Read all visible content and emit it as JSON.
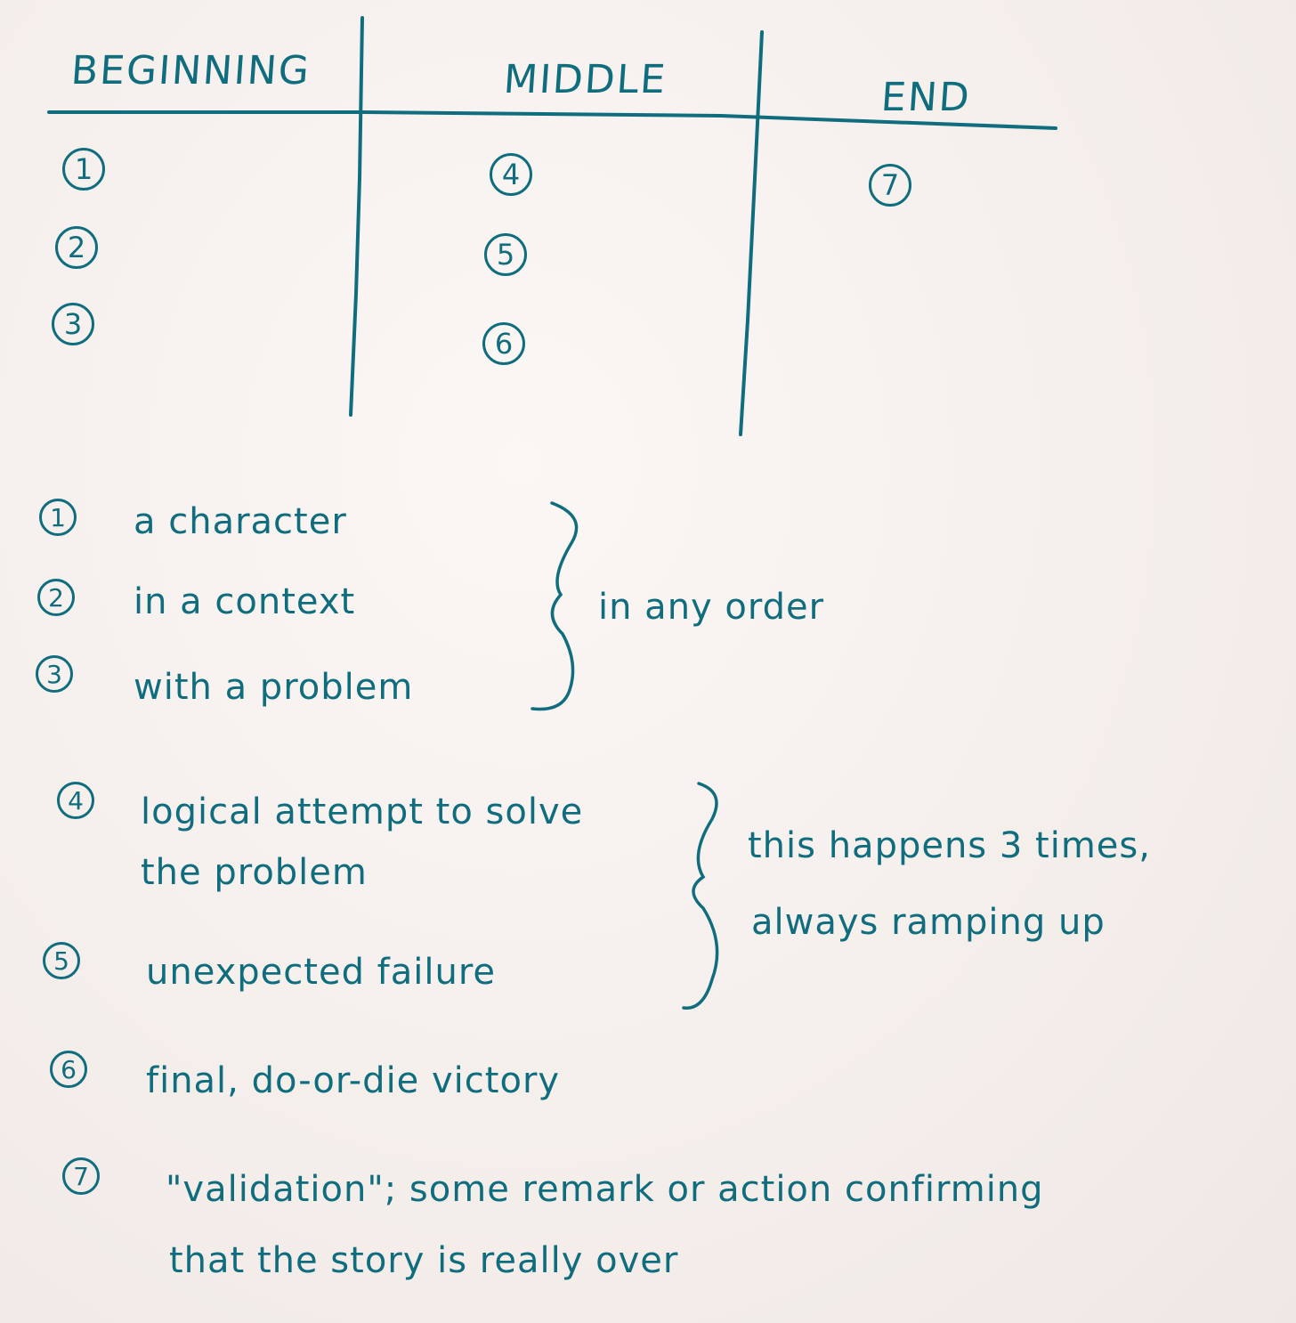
{
  "table": {
    "headers": {
      "beginning": "BEGINNING",
      "middle": "MIDDLE",
      "end": "END"
    },
    "beginning_numbers": [
      "1",
      "2",
      "3"
    ],
    "middle_numbers": [
      "4",
      "5",
      "6"
    ],
    "end_numbers": [
      "7"
    ]
  },
  "notes": {
    "items": [
      {
        "num": "1",
        "text": "a character"
      },
      {
        "num": "2",
        "text": "in a context"
      },
      {
        "num": "3",
        "text": "with a problem"
      },
      {
        "num": "4",
        "line1": "logical attempt to solve",
        "line2": "the problem"
      },
      {
        "num": "5",
        "text": "unexpected failure"
      },
      {
        "num": "6",
        "text": "final, do-or-die victory"
      },
      {
        "num": "7",
        "line1": "\"validation\"; some remark or action confirming",
        "line2": "that the story is really over"
      }
    ],
    "group1_label": "in any order",
    "group2_label_line1": "this happens 3 times,",
    "group2_label_line2": "always ramping up"
  },
  "colors": {
    "ink": "#0f6d7e",
    "paper": "#f6f0ee"
  }
}
